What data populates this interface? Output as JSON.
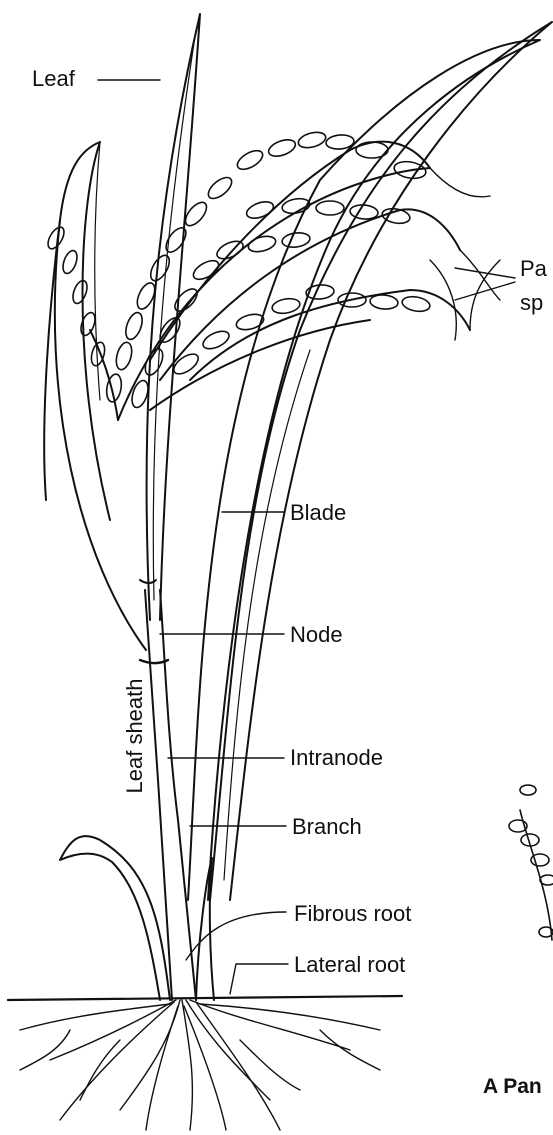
{
  "labels": {
    "leaf": "Leaf",
    "panicle_spikelets_line1": "Pa",
    "panicle_spikelets_line2": "sp",
    "blade": "Blade",
    "node": "Node",
    "intranode": "Intranode",
    "branch": "Branch",
    "fibrous_root": "Fibrous root",
    "lateral_root": "Lateral root",
    "leaf_sheath": "Leaf sheath",
    "caption": "A Pan"
  },
  "colors": {
    "ink": "#111111",
    "background": "#ffffff"
  }
}
